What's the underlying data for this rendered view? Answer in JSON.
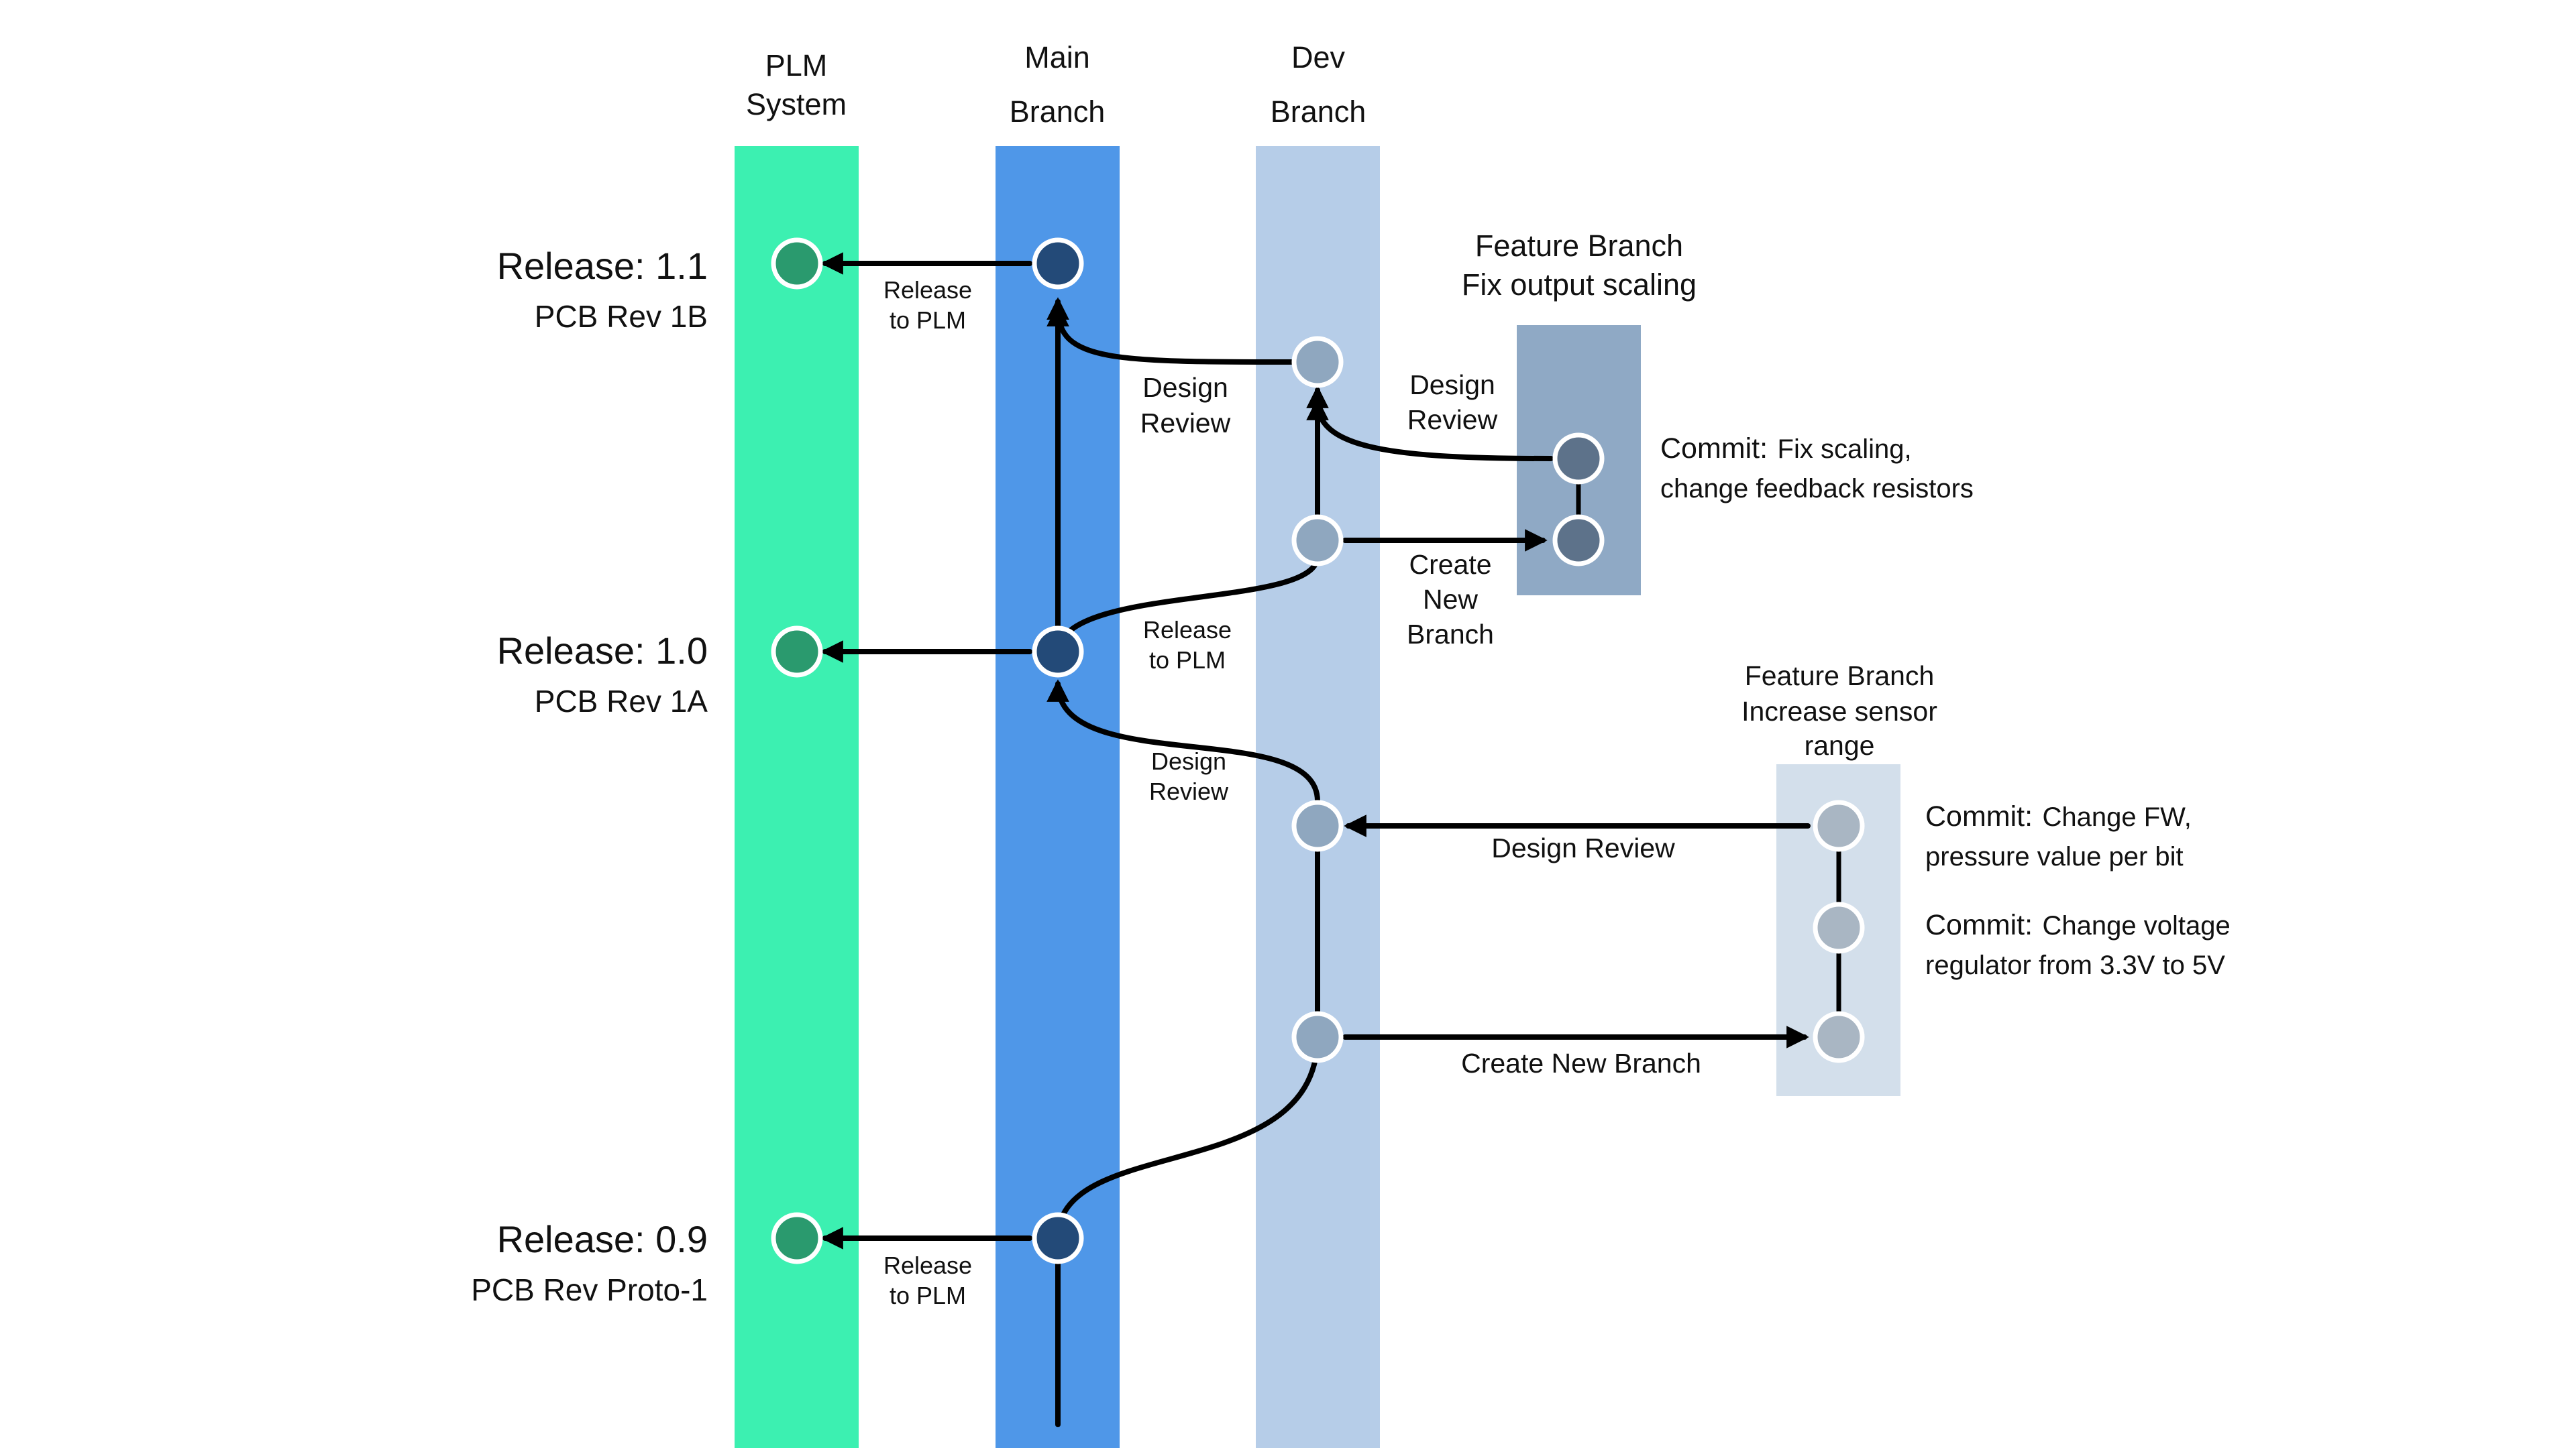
{
  "lanes": {
    "plm": {
      "line1": "PLM",
      "line2": "System",
      "color": "#3cf0b1"
    },
    "main": {
      "line1": "Main",
      "line2": "Branch",
      "color": "#4f97e8"
    },
    "dev": {
      "line1": "Dev",
      "line2": "Branch",
      "color": "#b6cde8"
    }
  },
  "releases": [
    {
      "title": "Release: 1.1",
      "subtitle": "PCB Rev 1B"
    },
    {
      "title": "Release: 1.0",
      "subtitle": "PCB Rev 1A"
    },
    {
      "title": "Release: 0.9",
      "subtitle": "PCB Rev Proto-1"
    }
  ],
  "labels": {
    "release_to_plm_top_1": "Release",
    "release_to_plm_top_2": "to PLM",
    "release_to_plm_mid_1": "Release",
    "release_to_plm_mid_2": "to PLM",
    "release_to_plm_bot_1": "Release",
    "release_to_plm_bot_2": "to PLM",
    "design_review_main_top_1": "Design",
    "design_review_main_top_2": "Review",
    "design_review_dev_top_1": "Design",
    "design_review_dev_top_2": "Review",
    "design_review_main_mid_1": "Design",
    "design_review_main_mid_2": "Review",
    "create_new_branch_top_1": "Create",
    "create_new_branch_top_2": "New",
    "create_new_branch_top_3": "Branch",
    "design_review_f2": "Design Review",
    "create_new_branch_f2": "Create New Branch"
  },
  "feature_branch_1": {
    "title": "Feature Branch",
    "name": "Fix output scaling",
    "color": "#8fa9c5",
    "commit_label": "Commit:",
    "commit_text_1": "Fix scaling,",
    "commit_text_2": "change feedback resistors"
  },
  "feature_branch_2": {
    "title": "Feature Branch",
    "name_1": "Increase sensor",
    "name_2": "range",
    "color": "#d3dfeb",
    "commit1_label": "Commit:",
    "commit1_text_1": "Change FW,",
    "commit1_text_2": "pressure value per bit",
    "commit2_label": "Commit:",
    "commit2_text_1": "Change voltage",
    "commit2_text_2": "regulator from 3.3V to 5V"
  },
  "node_colors": {
    "plm": "#2a9a6e",
    "main": "#234a78",
    "dev": "#8fa7bf",
    "feature1": "#5d728a",
    "feature2": "#a9b6c3"
  }
}
